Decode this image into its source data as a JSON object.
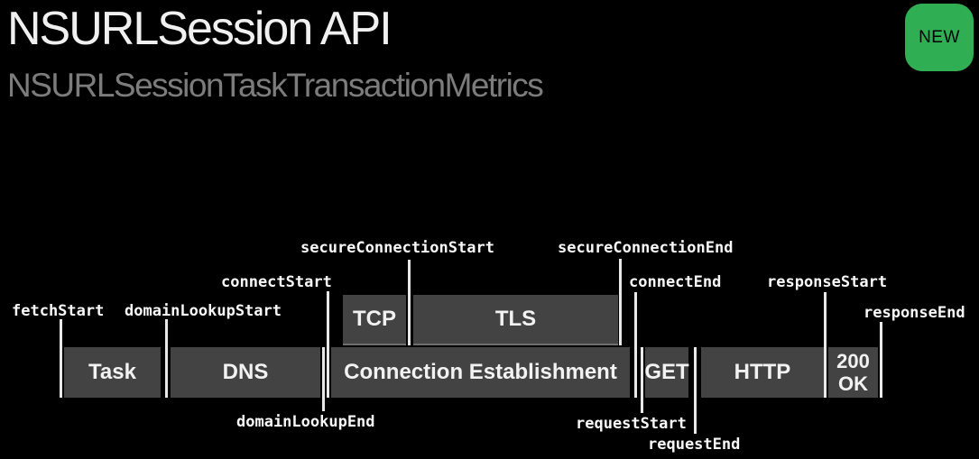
{
  "header": {
    "title": "NSURLSession API",
    "subtitle": "NSURLSessionTaskTransactionMetrics",
    "badge": "NEW"
  },
  "colors": {
    "background": "#000000",
    "phase_box": "#434343",
    "phase_box_edge": "#6e6e6e",
    "tick_line": "#e8e8e8",
    "badge_background": "#2fae54",
    "badge_text": "#000000",
    "title_text": "#f0f0f0",
    "subtitle_text": "#7c7c7c",
    "event_label_text": "#f8f8f8",
    "phase_label_text": "#f2f2f2"
  },
  "diagram": {
    "upper_row": [
      {
        "label": "TCP"
      },
      {
        "label": "TLS"
      }
    ],
    "main_row": [
      {
        "label": "Task"
      },
      {
        "label": "DNS"
      },
      {
        "label": "Connection Establishment"
      },
      {
        "label": "GET"
      },
      {
        "label": "HTTP"
      },
      {
        "label": "200 OK"
      }
    ],
    "events": [
      {
        "label": "fetchStart",
        "label_position": "above"
      },
      {
        "label": "domainLookupStart",
        "label_position": "above"
      },
      {
        "label": "domainLookupEnd",
        "label_position": "below"
      },
      {
        "label": "connectStart",
        "label_position": "above"
      },
      {
        "label": "secureConnectionStart",
        "label_position": "above"
      },
      {
        "label": "secureConnectionEnd",
        "label_position": "above"
      },
      {
        "label": "connectEnd",
        "label_position": "above"
      },
      {
        "label": "requestStart",
        "label_position": "below"
      },
      {
        "label": "requestEnd",
        "label_position": "below"
      },
      {
        "label": "responseStart",
        "label_position": "above"
      },
      {
        "label": "responseEnd",
        "label_position": "above"
      }
    ]
  }
}
